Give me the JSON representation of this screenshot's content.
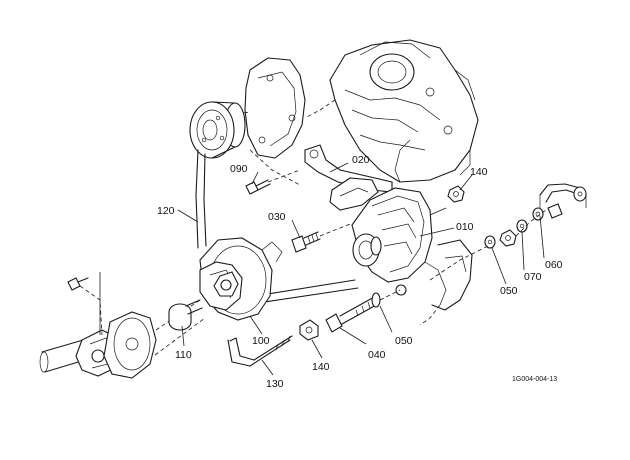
{
  "diagram": {
    "ref_code": "1G004-004-13",
    "callouts": [
      {
        "id": "callout-090",
        "text": "090"
      },
      {
        "id": "callout-020",
        "text": "020"
      },
      {
        "id": "callout-140-upper",
        "text": "140"
      },
      {
        "id": "callout-120",
        "text": "120"
      },
      {
        "id": "callout-030",
        "text": "030"
      },
      {
        "id": "callout-010",
        "text": "010"
      },
      {
        "id": "callout-060",
        "text": "060"
      },
      {
        "id": "callout-070",
        "text": "070"
      },
      {
        "id": "callout-050-right",
        "text": "050"
      },
      {
        "id": "callout-110",
        "text": "110"
      },
      {
        "id": "callout-100",
        "text": "100"
      },
      {
        "id": "callout-050-center",
        "text": "050"
      },
      {
        "id": "callout-040",
        "text": "040"
      },
      {
        "id": "callout-140-lower",
        "text": "140"
      },
      {
        "id": "callout-130",
        "text": "130"
      }
    ]
  },
  "colors": {
    "line": "#1a1a1a",
    "background": "#ffffff"
  }
}
